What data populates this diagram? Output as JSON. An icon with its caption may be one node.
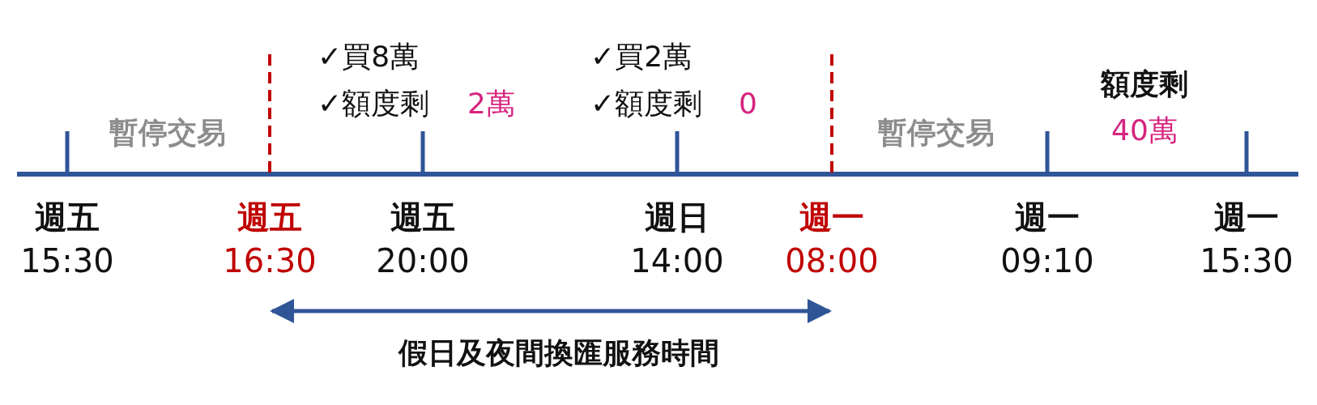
{
  "diagram": {
    "labels": [
      "✓買8萬",
      "✓買2萬",
      "✓額度剩",
      "2萬",
      "✓額度剩",
      "0",
      "額度剩",
      "暫停交易",
      "暫停交易",
      "40萬",
      "週五",
      "15:30",
      "週五",
      "16:30",
      "週五",
      "20:00",
      "週日",
      "14:00",
      "週一",
      "08:00",
      "週一",
      "09:10",
      "週一",
      "15:30",
      "假日及夜間換匯服務時間"
    ]
  }
}
